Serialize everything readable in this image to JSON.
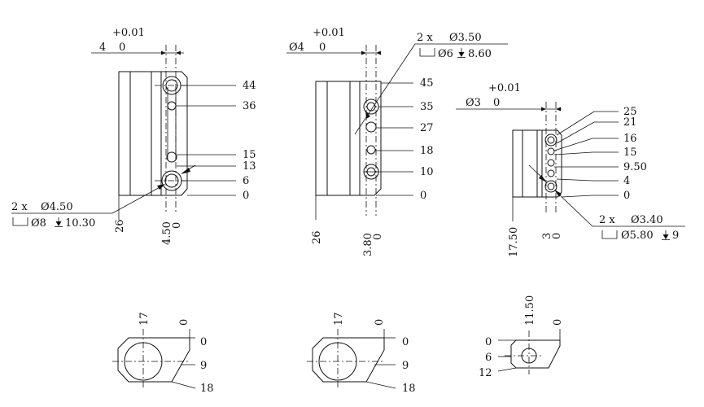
{
  "views": [
    {
      "id": "a",
      "tol": "+0.01",
      "hdim": [
        "4",
        "0"
      ],
      "right": [
        "44",
        "36",
        "15",
        "13",
        "6",
        "0"
      ],
      "bottom": [
        "26",
        "4.50",
        "0"
      ],
      "callout": [
        "2 x",
        "Ø4.50",
        "Ø8",
        "10.30"
      ],
      "bdims": [
        "17",
        "0",
        "0",
        "9",
        "18"
      ]
    },
    {
      "id": "b",
      "tol": "+0.01",
      "hdim": [
        "Ø4",
        "0"
      ],
      "right": [
        "45",
        "35",
        "27",
        "18",
        "10",
        "0"
      ],
      "bottom": [
        "26",
        "3.80",
        "0"
      ],
      "callout": [
        "2 x",
        "Ø3.50",
        "Ø6",
        "8.60"
      ],
      "bdims": [
        "17",
        "0",
        "0",
        "9",
        "18"
      ]
    },
    {
      "id": "c",
      "tol": "+0.01",
      "hdim": [
        "Ø3",
        "0"
      ],
      "right": [
        "25",
        "21",
        "16",
        "15",
        "9.50",
        "4",
        "0"
      ],
      "bottom": [
        "17.50",
        "3",
        "0"
      ],
      "callout": [
        "2 x",
        "Ø3.40",
        "Ø5.80",
        "9"
      ],
      "bdims": [
        "11.50",
        "0",
        "0",
        "6",
        "12"
      ]
    }
  ]
}
